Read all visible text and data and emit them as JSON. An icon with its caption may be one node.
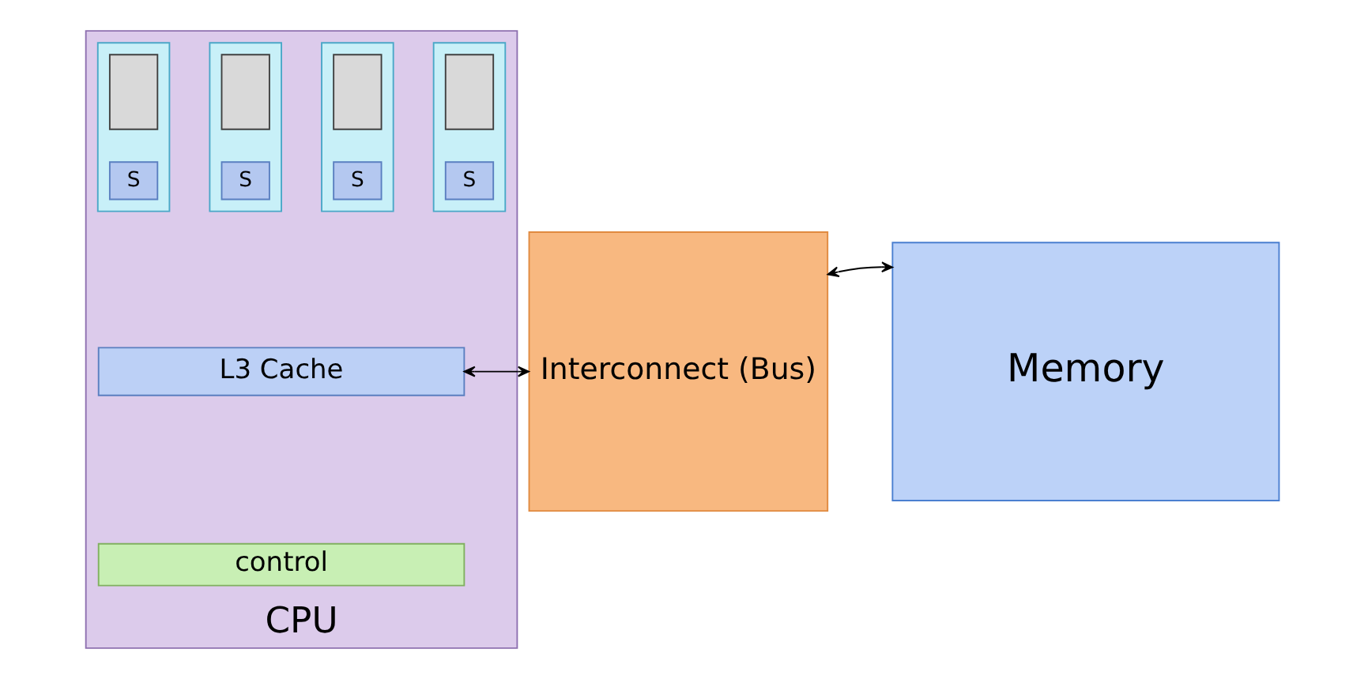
{
  "diagram": {
    "nodes": [
      {
        "text": [
          "CPU"
        ]
      },
      {
        "text": [],
        "shape": "box",
        "in": 0
      },
      {
        "text": [],
        "shape": "box",
        "in": 1
      },
      {
        "text": [
          "S"
        ],
        "in": 1
      },
      {
        "text": [],
        "shape": "box",
        "in": 0
      },
      {
        "text": [],
        "shape": "box",
        "in": 4
      },
      {
        "text": [
          "S"
        ],
        "in": 4
      },
      {
        "text": [],
        "shape": "box",
        "in": 0
      },
      {
        "text": [],
        "shape": "box",
        "in": 7
      },
      {
        "text": [
          "S"
        ],
        "in": 7
      },
      {
        "text": [],
        "shape": "box",
        "in": 0
      },
      {
        "text": [],
        "shape": "box",
        "in": 10
      },
      {
        "text": [
          "S"
        ],
        "in": 10
      },
      {
        "text": [
          "L3 Cache"
        ],
        "in": 0
      },
      {
        "text": [
          "control"
        ],
        "in": 0
      },
      {
        "text": [
          "Interconnect (Bus)"
        ]
      },
      {
        "text": [
          "Memory"
        ]
      }
    ],
    "edges": [
      {
        "from": 13,
        "to": 15,
        "arrow": "both"
      },
      {
        "from": 15,
        "to": 16,
        "arrow": "both"
      }
    ]
  }
}
